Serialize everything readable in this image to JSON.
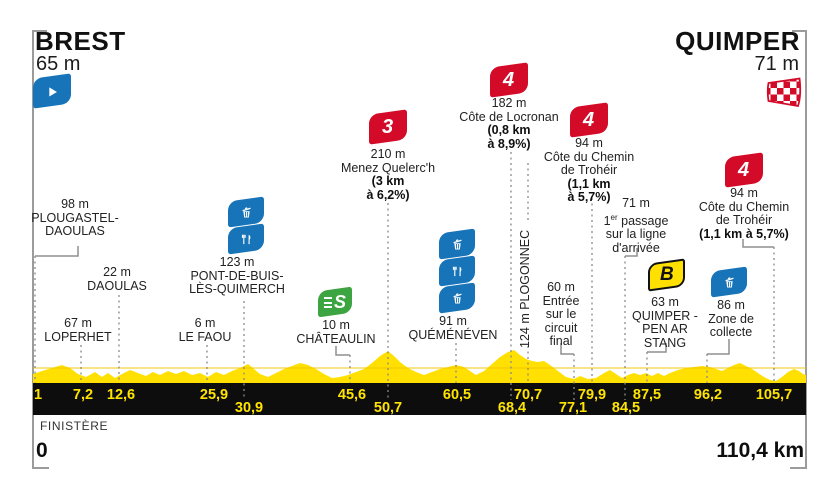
{
  "header": {
    "start_name": "BREST",
    "start_elev": "65 m",
    "finish_name": "QUIMPER",
    "finish_elev": "71 m"
  },
  "footer": {
    "region": "FINISTÈRE",
    "start_label": "0",
    "distance": "110,4 km"
  },
  "badges": {
    "cat3": "3",
    "cat4": "4",
    "sprint": "S",
    "bonus": "B"
  },
  "ann": {
    "plougastel": [
      "98 m",
      "PLOUGASTEL-",
      "DAOULAS"
    ],
    "loperhet": [
      "67 m",
      "LOPERHET"
    ],
    "daoulas": [
      "22 m",
      "DAOULAS"
    ],
    "lefaou": [
      "6 m",
      "LE FAOU"
    ],
    "pontdebuis": [
      "123 m",
      "PONT-DE-BUIS-",
      "LÈS-QUIMERCH"
    ],
    "chateaulin": [
      "10 m",
      "CHÂTEAULIN"
    ],
    "menez": [
      "210 m",
      "Menez Quelerc'h",
      "(3 km",
      "à 6,2%)"
    ],
    "quemeneven": [
      "91 m",
      "QUÉMÉNÉVEN"
    ],
    "locronan": [
      "182 m",
      "Côte de Locronan",
      "(0,8 km",
      "à 8,9%)"
    ],
    "plogonnec": "124 m PLOGONNEC",
    "trohier1": [
      "94 m",
      "Côte du Chemin",
      "de Trohéir",
      "(1,1 km",
      "à 5,7%)"
    ],
    "entree": [
      "60 m",
      "Entrée",
      "sur le",
      "circuit",
      "final"
    ],
    "passage": {
      "l0": "71 m",
      "a": "1",
      "sup": "er",
      "b": " passage",
      "l2": "sur la ligne",
      "l3": "d'arrivée"
    },
    "quimperb": [
      "63 m",
      "QUIMPER -",
      "PEN AR",
      "STANG"
    ],
    "zone": [
      "86 m",
      "Zone de",
      "collecte"
    ],
    "trohier2": [
      "94 m",
      "Côte du Chemin",
      "de Trohéir",
      "(1,1 km à 5,7%)"
    ]
  },
  "axis": {
    "row1": [
      "1",
      "7,2",
      "12,6",
      "25,9",
      "45,6",
      "60,5",
      "70,7",
      "79,9",
      "87,5",
      "96,2",
      "105,7"
    ],
    "row2": [
      "30,9",
      "50,7",
      "68,4",
      "77,1",
      "84,5"
    ]
  },
  "chart_data": {
    "type": "area",
    "title": "Stage elevation profile Brest → Quimper",
    "region": "FINISTÈRE",
    "total_km": 110.4,
    "start": {
      "name": "BREST",
      "elevation_m": 65
    },
    "finish": {
      "name": "QUIMPER",
      "elevation_m": 71
    },
    "km_axis_row1": [
      1,
      7.2,
      12.6,
      25.9,
      45.6,
      60.5,
      70.7,
      79.9,
      87.5,
      96.2,
      105.7
    ],
    "km_axis_row2": [
      30.9,
      50.7,
      68.4,
      77.1,
      84.5
    ],
    "points": [
      {
        "km": 1.0,
        "elevation_m": 98,
        "label": "PLOUGASTEL-DAOULAS",
        "type": "waypoint"
      },
      {
        "km": 7.2,
        "elevation_m": 67,
        "label": "LOPERHET",
        "type": "waypoint"
      },
      {
        "km": 12.6,
        "elevation_m": 22,
        "label": "DAOULAS",
        "type": "waypoint"
      },
      {
        "km": 25.9,
        "elevation_m": 6,
        "label": "LE FAOU",
        "type": "waypoint"
      },
      {
        "km": 30.9,
        "elevation_m": 123,
        "label": "PONT-DE-BUIS-LÈS-QUIMERCH",
        "type": "feed-zone",
        "icons": [
          "waste-bin",
          "restaurant"
        ]
      },
      {
        "km": 45.6,
        "elevation_m": 10,
        "label": "CHÂTEAULIN",
        "type": "intermediate-sprint"
      },
      {
        "km": 50.7,
        "elevation_m": 210,
        "label": "Menez Quelerc'h",
        "type": "climb-category-3",
        "detail": "3 km à 6,2%"
      },
      {
        "km": 60.5,
        "elevation_m": 91,
        "label": "QUÉMÉNÉVEN",
        "type": "feed-zone",
        "icons": [
          "waste-bin",
          "restaurant",
          "waste-bin"
        ]
      },
      {
        "km": 68.4,
        "elevation_m": 182,
        "label": "Côte de Locronan",
        "type": "climb-category-4",
        "detail": "0,8 km à 8,9%"
      },
      {
        "km": 70.7,
        "elevation_m": 124,
        "label": "PLOGONNEC",
        "type": "waypoint"
      },
      {
        "km": 77.1,
        "elevation_m": 60,
        "label": "Entrée sur le circuit final",
        "type": "note"
      },
      {
        "km": 79.9,
        "elevation_m": 94,
        "label": "Côte du Chemin de Trohéir",
        "type": "climb-category-4",
        "detail": "1,1 km à 5,7%"
      },
      {
        "km": 84.5,
        "elevation_m": 71,
        "label": "1er passage sur la ligne d'arrivée",
        "type": "note"
      },
      {
        "km": 87.5,
        "elevation_m": 63,
        "label": "QUIMPER - PEN AR STANG",
        "type": "bonus-sprint"
      },
      {
        "km": 96.2,
        "elevation_m": 86,
        "label": "Zone de collecte",
        "type": "waste-zone"
      },
      {
        "km": 105.7,
        "elevation_m": 94,
        "label": "Côte du Chemin de Trohéir",
        "type": "climb-category-4",
        "detail": "1,1 km à 5,7%"
      }
    ]
  }
}
